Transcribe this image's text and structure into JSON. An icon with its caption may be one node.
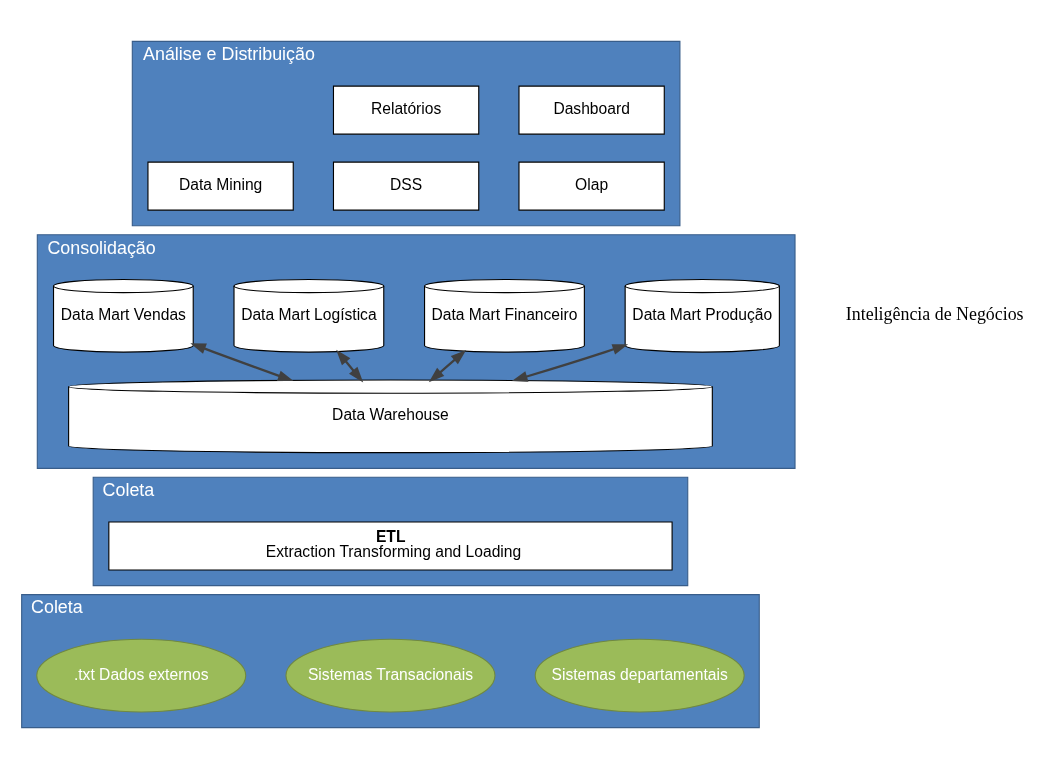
{
  "diagram": {
    "nodes": [
      {
        "text": [
          "Análise e Distribuição"
        ]
      },
      {
        "text": [
          "Dashboard"
        ],
        "in": 0
      },
      {
        "text": [
          "Relatórios"
        ],
        "in": 0
      },
      {
        "text": [
          "Data Mining"
        ],
        "in": 0
      },
      {
        "text": [
          "Olap"
        ],
        "in": 0
      },
      {
        "text": [
          "DSS"
        ],
        "in": 0
      },
      {
        "text": [
          "Consolidação"
        ]
      },
      {
        "text": [
          "Data Mart Vendas"
        ],
        "in": 6
      },
      {
        "text": [
          "Data Mart Produção"
        ],
        "in": 6
      },
      {
        "text": [
          "Data Mart Financeiro"
        ],
        "in": 6
      },
      {
        "text": [
          "Data Mart Logística"
        ],
        "in": 6
      },
      {
        "text": [
          "Data Warehouse"
        ],
        "in": 6
      },
      {
        "text": [
          "Coleta"
        ]
      },
      {
        "text": [
          "ETL",
          "Extraction Transforming and Loading"
        ],
        "in": 12
      },
      {
        "text": [
          "Coleta"
        ]
      },
      {
        "text": [
          "Sistemas departamentais"
        ],
        "in": 14
      },
      {
        "text": [
          "Sistemas Transacionais"
        ],
        "in": 14
      },
      {
        "text": [
          ".txt Dados externos"
        ],
        "in": 14
      }
    ],
    "edges": [
      {
        "from": 7,
        "to": 11,
        "arrow": "both"
      },
      {
        "from": 8,
        "to": 11,
        "arrow": "both"
      },
      {
        "from": 9,
        "to": 11,
        "arrow": "both"
      },
      {
        "from": 10,
        "to": 11,
        "arrow": "both"
      }
    ],
    "labels": [
      "Inteligência de Negócios"
    ]
  }
}
